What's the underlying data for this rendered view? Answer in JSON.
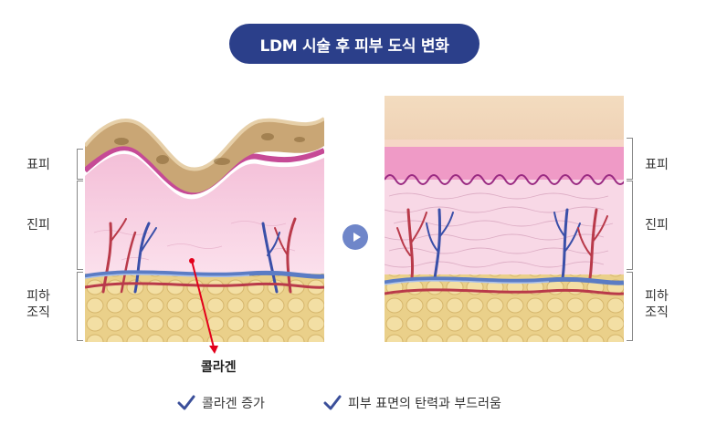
{
  "title": "LDM 시술 후 피부 도식 변화",
  "layers": {
    "epidermis": "표피",
    "dermis": "진피",
    "subcutaneous_line1": "피하",
    "subcutaneous_line2": "조직"
  },
  "annotation": {
    "collagen": "콜라겐"
  },
  "benefits": [
    {
      "text": "콜라겐 증가"
    },
    {
      "text": "피부 표면의 탄력과 부드러움"
    }
  ],
  "colors": {
    "title_bg": "#2b3f8a",
    "arrow_button": "#6f86c9",
    "check": "#3b4f9a",
    "pointer": "#e3001b",
    "skin_surface": "#c9a675",
    "dermis_pink": "#f6c9de",
    "fat_yellow": "#ead08a"
  },
  "icons": {
    "next": "play-arrow-icon",
    "check": "checkmark-icon"
  }
}
